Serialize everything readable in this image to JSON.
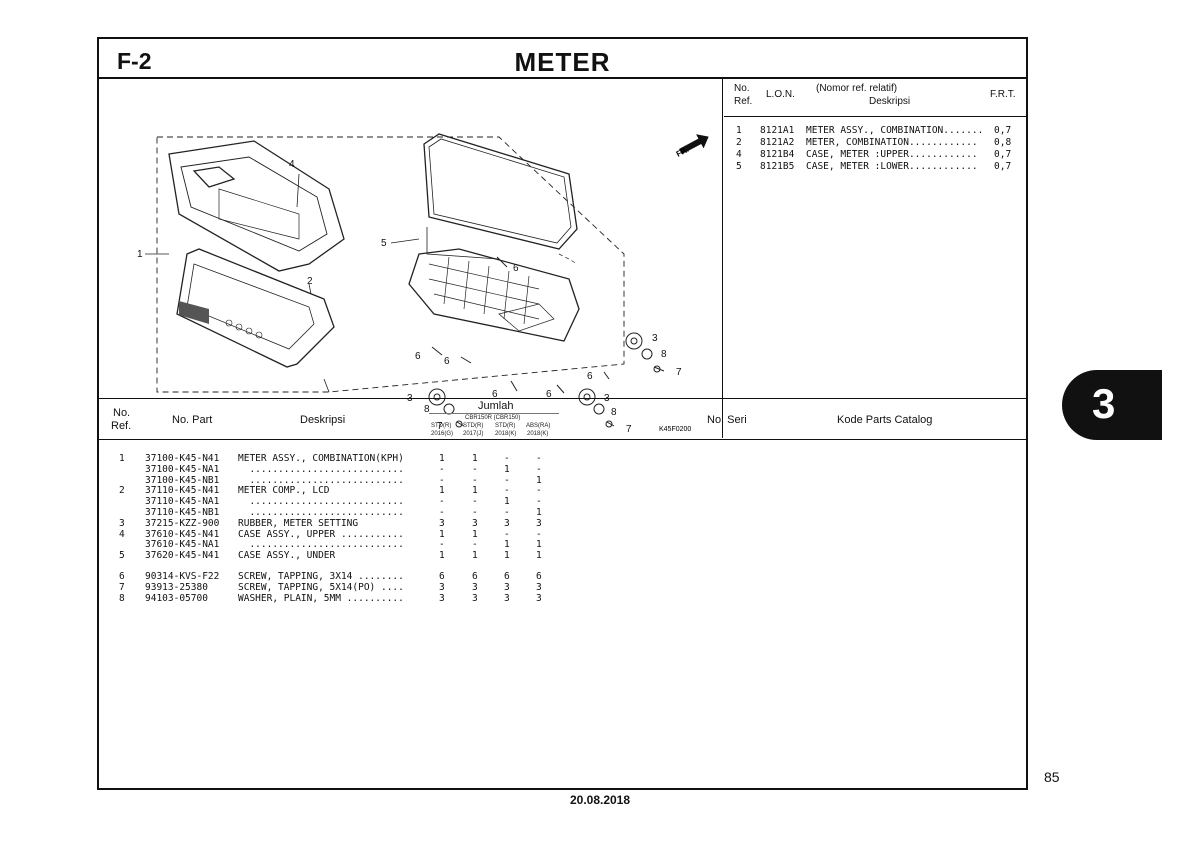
{
  "section": {
    "code": "F-2",
    "title": "METER"
  },
  "diagram": {
    "code": "K45F0200",
    "front_label": "FR.",
    "callouts": [
      "1",
      "2",
      "3",
      "3",
      "4",
      "5",
      "6",
      "6",
      "6",
      "6",
      "6",
      "6",
      "7",
      "7",
      "7",
      "8",
      "8",
      "8"
    ]
  },
  "ref_table": {
    "headers": {
      "no": "No.",
      "ref": "Ref.",
      "lon": "L.O.N.",
      "nomor": "(Nomor ref. relatif)",
      "deskripsi": "Deskripsi",
      "frt": "F.R.T."
    },
    "rows": [
      {
        "no": "1",
        "lon": "8121A1",
        "desc": "METER ASSY., COMBINATION.......",
        "frt": "0,7"
      },
      {
        "no": "2",
        "lon": "8121A2",
        "desc": "METER, COMBINATION............",
        "frt": "0,8"
      },
      {
        "no": "4",
        "lon": "8121B4",
        "desc": "CASE, METER :UPPER............",
        "frt": "0,7"
      },
      {
        "no": "5",
        "lon": "8121B5",
        "desc": "CASE, METER :LOWER............",
        "frt": "0,7"
      }
    ]
  },
  "parts_table": {
    "headers": {
      "no": "No.",
      "ref": "Ref.",
      "part": "No. Part",
      "desc": "Deskripsi",
      "jumlah": "Jumlah",
      "model": "CBR150R (CBR150)",
      "cols": [
        "STD(R)",
        "STD(R)",
        "STD(R)",
        "ABS(RA)"
      ],
      "years": [
        "2016(G)",
        "2017(J)",
        "2018(K)",
        "2018(K)"
      ],
      "seri": "No. Seri",
      "kode": "Kode Parts Catalog"
    },
    "rows": [
      {
        "ref": "1",
        "part": "37100-K45-N41",
        "desc": "METER ASSY., COMBINATION(KPH)",
        "q": [
          "1",
          "1",
          "-",
          "-"
        ]
      },
      {
        "ref": "",
        "part": "37100-K45-NA1",
        "desc": "  ...........................",
        "q": [
          "-",
          "-",
          "1",
          "-"
        ]
      },
      {
        "ref": "",
        "part": "37100-K45-NB1",
        "desc": "  ...........................",
        "q": [
          "-",
          "-",
          "-",
          "1"
        ]
      },
      {
        "ref": "2",
        "part": "37110-K45-N41",
        "desc": "METER COMP., LCD",
        "q": [
          "1",
          "1",
          "-",
          "-"
        ]
      },
      {
        "ref": "",
        "part": "37110-K45-NA1",
        "desc": "  ...........................",
        "q": [
          "-",
          "-",
          "1",
          "-"
        ]
      },
      {
        "ref": "",
        "part": "37110-K45-NB1",
        "desc": "  ...........................",
        "q": [
          "-",
          "-",
          "-",
          "1"
        ]
      },
      {
        "ref": "3",
        "part": "37215-KZZ-900",
        "desc": "RUBBER, METER SETTING",
        "q": [
          "3",
          "3",
          "3",
          "3"
        ]
      },
      {
        "ref": "4",
        "part": "37610-K45-N41",
        "desc": "CASE ASSY., UPPER ...........",
        "q": [
          "1",
          "1",
          "-",
          "-"
        ]
      },
      {
        "ref": "",
        "part": "37610-K45-NA1",
        "desc": "  ...........................",
        "q": [
          "-",
          "-",
          "1",
          "1"
        ]
      },
      {
        "ref": "5",
        "part": "37620-K45-N41",
        "desc": "CASE ASSY., UNDER",
        "q": [
          "1",
          "1",
          "1",
          "1"
        ]
      },
      {
        "ref": "6",
        "part": "90314-KVS-F22",
        "desc": "SCREW, TAPPING, 3X14 ........",
        "q": [
          "6",
          "6",
          "6",
          "6"
        ]
      },
      {
        "ref": "7",
        "part": "93913-25380",
        "desc": "SCREW, TAPPING, 5X14(PO) ....",
        "q": [
          "3",
          "3",
          "3",
          "3"
        ]
      },
      {
        "ref": "8",
        "part": "94103-05700",
        "desc": "WASHER, PLAIN, 5MM ..........",
        "q": [
          "3",
          "3",
          "3",
          "3"
        ]
      }
    ]
  },
  "chapter_tab": "3",
  "page_number": "85",
  "footer_date": "20.08.2018"
}
